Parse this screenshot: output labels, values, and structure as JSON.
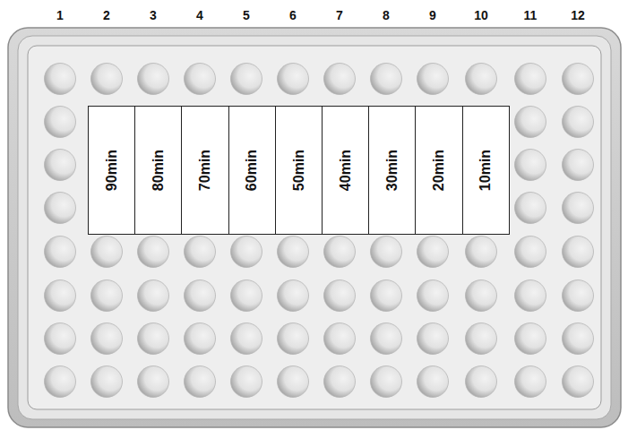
{
  "diagram": {
    "nodes": [
      {
        "text": [
          "90min"
        ]
      },
      {
        "text": [
          "80min"
        ]
      },
      {
        "text": [
          "70min"
        ]
      },
      {
        "text": [
          "60min"
        ]
      },
      {
        "text": [
          "50min"
        ]
      },
      {
        "text": [
          "40min"
        ]
      },
      {
        "text": [
          "30min"
        ]
      },
      {
        "text": [
          "20min"
        ]
      },
      {
        "text": [
          "10min"
        ]
      }
    ],
    "labels": [
      "1",
      "2",
      "3",
      "4",
      "5",
      "6",
      "7",
      "8",
      "9",
      "10",
      "11",
      "12"
    ]
  }
}
